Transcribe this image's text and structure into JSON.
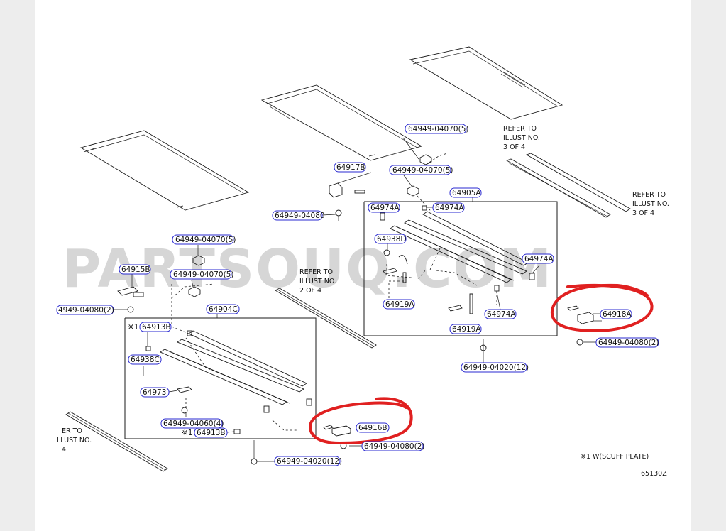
{
  "watermark": "PARTSOUQ.COM",
  "footnote": "※1 W(SCUFF PLATE)",
  "figure_code": "65130Z",
  "highlight_color": "#e02020",
  "label_border_color": "#2a2ad0",
  "refer_notes": [
    {
      "id": "refer-3of4-a",
      "lines": [
        "REFER TO",
        "ILLUST NO.",
        "3 OF 4"
      ]
    },
    {
      "id": "refer-3of4-b",
      "lines": [
        "REFER TO",
        "ILLUST NO.",
        "3 OF 4"
      ]
    },
    {
      "id": "refer-2of4",
      "lines": [
        "REFER TO",
        "ILLUST NO.",
        "2 OF 4"
      ]
    },
    {
      "id": "refer-left",
      "lines": [
        "ER TO",
        "LLUST NO.",
        "4"
      ]
    }
  ],
  "part_labels": [
    {
      "id": "p1",
      "text": "64949-04070(5)",
      "prefix": "",
      "clickable": true
    },
    {
      "id": "p2",
      "text": "64917B",
      "prefix": "",
      "clickable": true
    },
    {
      "id": "p3",
      "text": "64949-04070(5)",
      "prefix": "",
      "clickable": true
    },
    {
      "id": "p4",
      "text": "64949-04080",
      "prefix": "",
      "clickable": true
    },
    {
      "id": "p5",
      "text": "64905A",
      "prefix": "",
      "clickable": true
    },
    {
      "id": "p6",
      "text": "64974A",
      "prefix": "",
      "clickable": true
    },
    {
      "id": "p7",
      "text": "64974A",
      "prefix": "",
      "clickable": true
    },
    {
      "id": "p8",
      "text": "64938D",
      "prefix": "",
      "clickable": true
    },
    {
      "id": "p9",
      "text": "64974A",
      "prefix": "",
      "clickable": true
    },
    {
      "id": "p10",
      "text": "64919A",
      "prefix": "",
      "clickable": true
    },
    {
      "id": "p11",
      "text": "64974A",
      "prefix": "",
      "clickable": true
    },
    {
      "id": "p12",
      "text": "64919A",
      "prefix": "",
      "clickable": true
    },
    {
      "id": "p13",
      "text": "64949-04020(12)",
      "prefix": "",
      "clickable": true
    },
    {
      "id": "p14",
      "text": "64918A",
      "prefix": "",
      "clickable": true
    },
    {
      "id": "p15",
      "text": "64949-04080(2)",
      "prefix": "",
      "clickable": true
    },
    {
      "id": "p16",
      "text": "64949-04070(5)",
      "prefix": "",
      "clickable": true
    },
    {
      "id": "p17",
      "text": "64915B",
      "prefix": "",
      "clickable": true
    },
    {
      "id": "p18",
      "text": "64949-04070(5)",
      "prefix": "",
      "clickable": true
    },
    {
      "id": "p19",
      "text": "4949-04080(2)",
      "prefix": "",
      "clickable": true
    },
    {
      "id": "p20",
      "text": "64904C",
      "prefix": "",
      "clickable": true
    },
    {
      "id": "p21",
      "text": "64913B",
      "prefix": "※1",
      "clickable": true
    },
    {
      "id": "p22",
      "text": "64938C",
      "prefix": "",
      "clickable": true
    },
    {
      "id": "p23",
      "text": "64973",
      "prefix": "",
      "clickable": true
    },
    {
      "id": "p24",
      "text": "64949-04060(4)",
      "prefix": "",
      "clickable": true
    },
    {
      "id": "p25",
      "text": "64913B",
      "prefix": "※1",
      "clickable": true
    },
    {
      "id": "p26",
      "text": "64916B",
      "prefix": "",
      "clickable": true
    },
    {
      "id": "p27",
      "text": "64949-04080(2)",
      "prefix": "",
      "clickable": true
    },
    {
      "id": "p28",
      "text": "64949-04020(12)",
      "prefix": "",
      "clickable": true
    }
  ]
}
